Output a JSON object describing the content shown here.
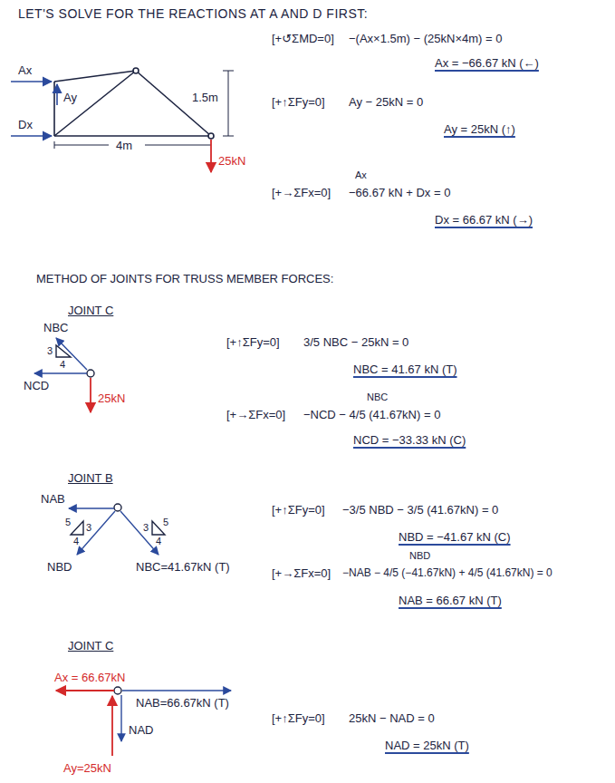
{
  "diagram": {
    "title": "LET'S SOLVE FOR THE REACTIONS AT A AND D FIRST:",
    "labels": [
      "[+↺ΣMD=0]",
      "−(Ax×1.5m) − (25kN×4m) = 0",
      "Ax = −66.67 kN (←)",
      "Ax",
      "Ay",
      "Dx",
      "4m",
      "1.5m",
      "25kN",
      "[+↑ΣFy=0]",
      "Ay − 25kN = 0",
      "Ay = 25kN (↑)",
      "[+→ΣFx=0]",
      "Ax",
      "−66.67 kN + Dx = 0",
      "Dx = 66.67 kN (→)",
      "METHOD OF JOINTS FOR TRUSS MEMBER FORCES:",
      "JOINT C",
      "NBC",
      "3",
      "4",
      "NCD",
      "25kN",
      "[+↑ΣFy=0]",
      "3/5 NBC − 25kN = 0",
      "NBC = 41.67 kN (T)",
      "[+→ΣFx=0]",
      "NBC",
      "−NCD − 4/5 (41.67kN) = 0",
      "NCD = −33.33 kN (C)",
      "JOINT B",
      "NAB",
      "5",
      "3",
      "4",
      "3",
      "5",
      "4",
      "NBD",
      "NBC=41.67kN (T)",
      "[+↑ΣFy=0]",
      "−3/5 NBD − 3/5 (41.67kN) = 0",
      "NBD = −41.67 kN (C)",
      "NBD",
      "[+→ΣFx=0]",
      "−NAB − 4/5 (−41.67kN) + 4/5 (41.67kN) = 0",
      "NAB = 66.67 kN (T)",
      "JOINT C",
      "Ax = 66.67kN",
      "NAB=66.67kN (T)",
      "NAD",
      "Ay=25kN",
      "[+↑ΣFy=0]",
      "25kN − NAD = 0",
      "NAD = 25kN (T)"
    ]
  }
}
